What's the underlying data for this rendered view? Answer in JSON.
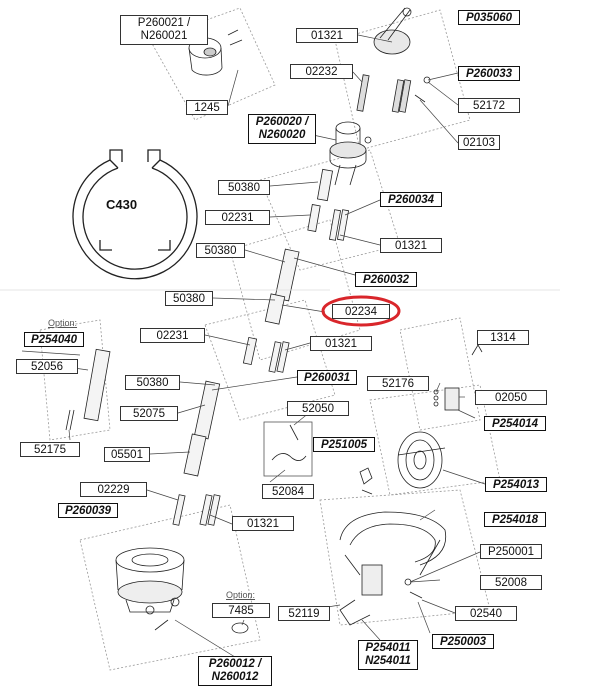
{
  "labels": {
    "p260021": "P260021 /\nN260021",
    "l1245": "1245",
    "l01321a": "01321",
    "p035060": "P035060",
    "l02232": "02232",
    "p260033": "P260033",
    "l52172": "52172",
    "p260020": "P260020 /\nN260020",
    "l02103": "02103",
    "c430": "C430",
    "l50380a": "50380",
    "p260034": "P260034",
    "l02231a": "02231",
    "l01321b": "01321",
    "l50380b": "50380",
    "p260032": "P260032",
    "l50380c": "50380",
    "l02234": "02234",
    "option1": "Option:",
    "p254040": "P254040",
    "l02231b": "02231",
    "l01321c": "01321",
    "l1314": "1314",
    "l52056": "52056",
    "l50380d": "50380",
    "p260031": "P260031",
    "l52176": "52176",
    "l02050": "02050",
    "l52075": "52075",
    "l52050": "52050",
    "p254014": "P254014",
    "p251005": "P251005",
    "l52175": "52175",
    "l05501": "05501",
    "p254013": "P254013",
    "l52084": "52084",
    "l02229": "02229",
    "p254018": "P254018",
    "p260039": "P260039",
    "l01321d": "01321",
    "p250001": "P250001",
    "l52008": "52008",
    "option2": "Option:",
    "l7485": "7485",
    "l52119": "52119",
    "l02540": "02540",
    "p250003": "P250003",
    "p254011": "P254011\nN254011",
    "p260012": "P260012 /\nN260012"
  },
  "highlight": {
    "color": "#d9262b",
    "target": "02234"
  }
}
